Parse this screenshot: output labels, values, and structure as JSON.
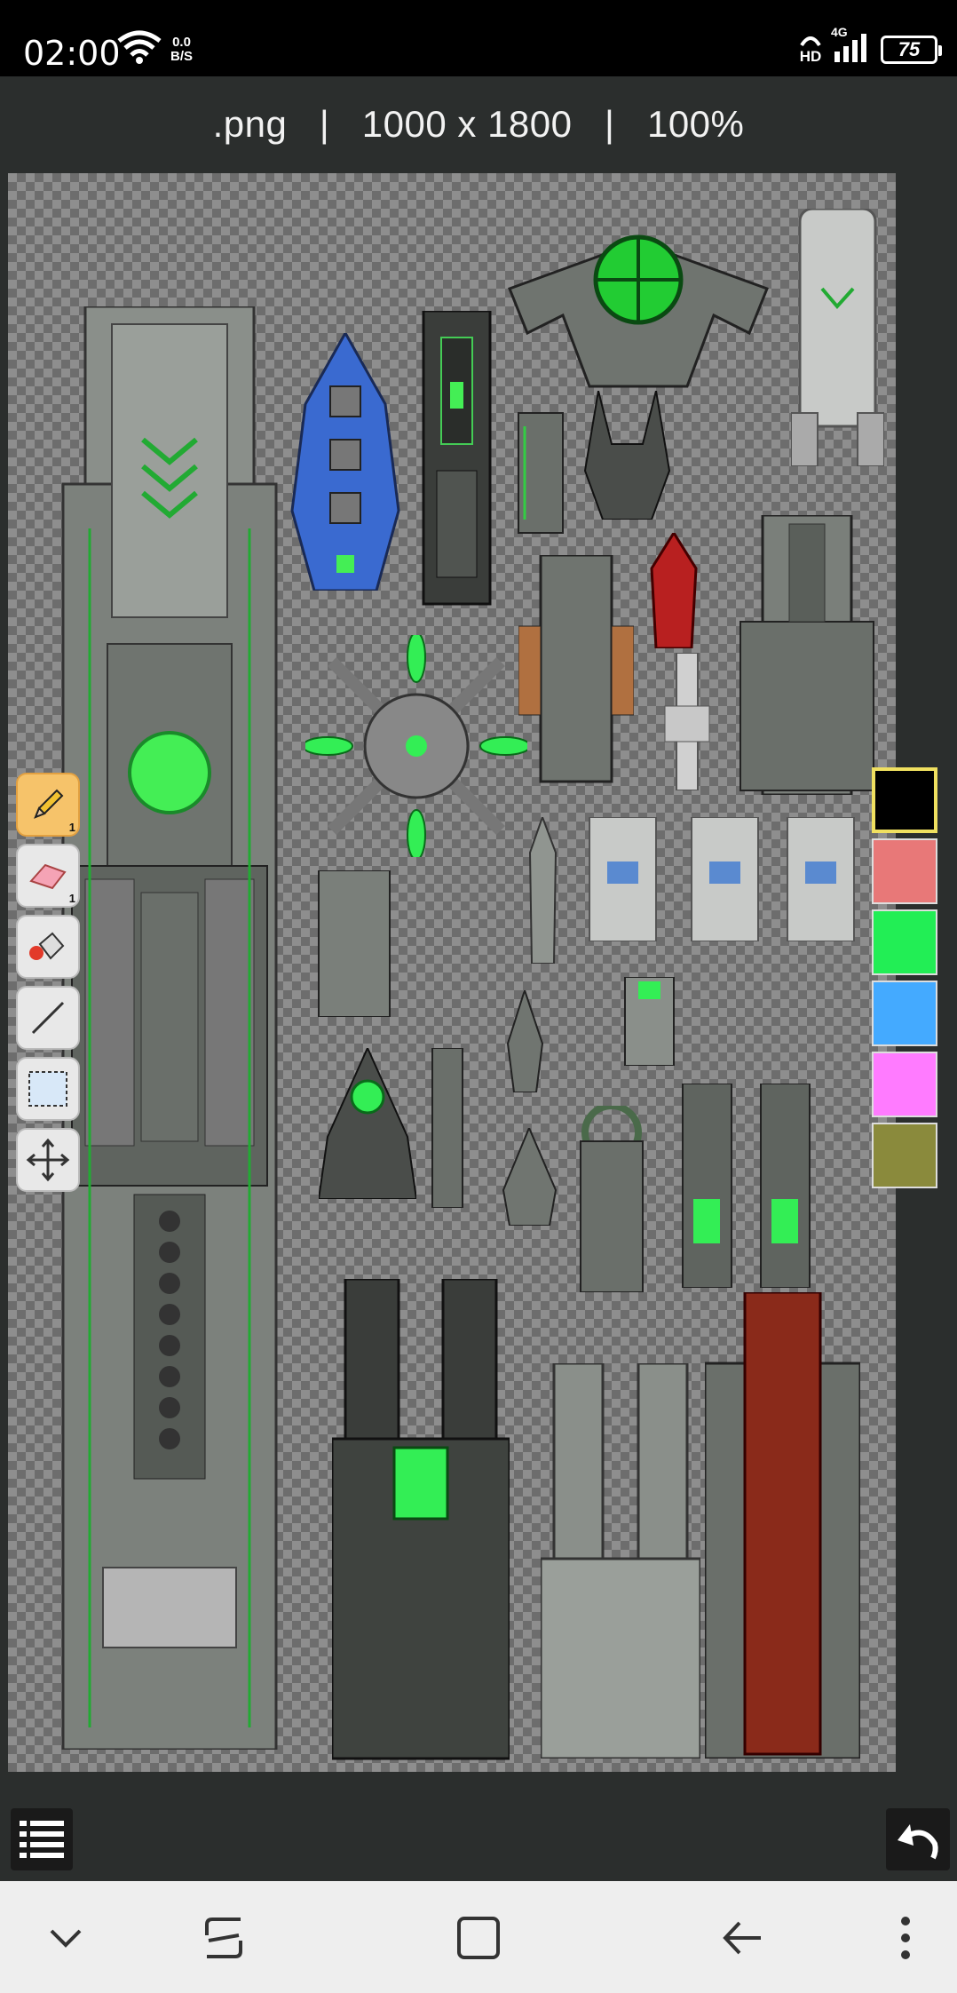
{
  "status_bar": {
    "time": "02:00",
    "net_speed_value": "0.0",
    "net_speed_unit": "B/S",
    "hd_label": "HD",
    "network_label": "4G",
    "battery_level": "75"
  },
  "image_info": {
    "filename": ".png",
    "separator1": "|",
    "dimensions": "1000 x 1800",
    "separator2": "|",
    "zoom": "100%"
  },
  "tools": [
    {
      "name": "pencil",
      "badge": "1",
      "active": true
    },
    {
      "name": "eraser",
      "badge": "1",
      "active": false
    },
    {
      "name": "fill-bucket",
      "badge": "",
      "active": false
    },
    {
      "name": "line",
      "badge": "",
      "active": false
    },
    {
      "name": "selection",
      "badge": "",
      "active": false
    },
    {
      "name": "move",
      "badge": "",
      "active": false
    }
  ],
  "colors": {
    "swatches": [
      "#000000",
      "#e87878",
      "#22ee55",
      "#44aaff",
      "#ff7bff",
      "#8a8a3c"
    ],
    "selected_index": 0,
    "accent_green": "#22dd44",
    "hull_gray": "#8a8f8a",
    "canvas_check_light": "#8e8e8e",
    "canvas_check_dark": "#6d6d6d"
  },
  "bottom_controls": {
    "menu_icon": "list-menu-icon",
    "undo_icon": "undo-icon"
  },
  "nav_bar": {
    "buttons": [
      "chevron-down-icon",
      "recents-icon",
      "home-square-icon",
      "back-arrow-icon",
      "more-vert-icon"
    ]
  }
}
